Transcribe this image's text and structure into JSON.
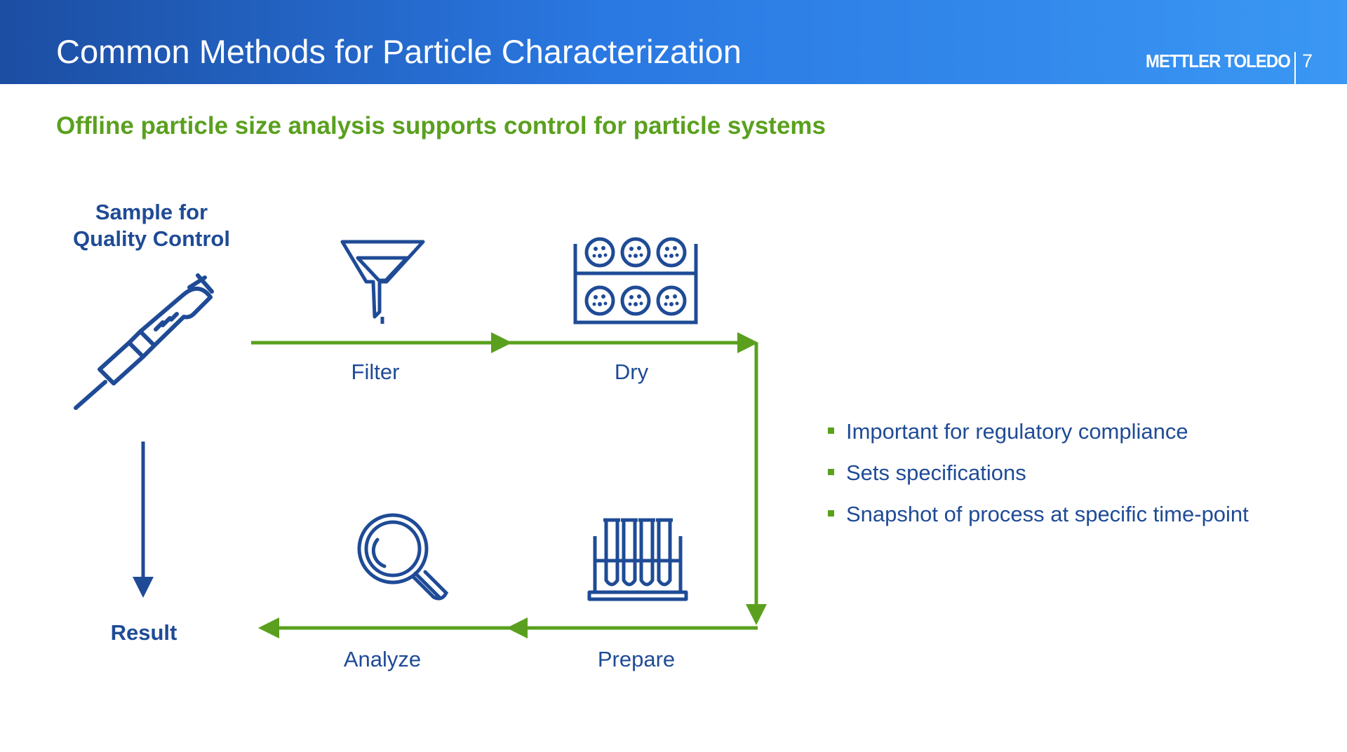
{
  "header": {
    "title": "Common Methods for Particle Characterization",
    "brand": "METTLER TOLEDO",
    "page_number": "7"
  },
  "subtitle": "Offline particle size analysis supports control for particle systems",
  "diagram": {
    "sample_label_line1": "Sample for",
    "sample_label_line2": "Quality Control",
    "result_label": "Result",
    "steps": {
      "filter": "Filter",
      "dry": "Dry",
      "prepare": "Prepare",
      "analyze": "Analyze"
    },
    "icons": [
      "pipette-icon",
      "funnel-icon",
      "drying-rack-icon",
      "test-tube-rack-icon",
      "magnifier-icon"
    ],
    "colors": {
      "flow_arrow": "#5aa01e",
      "icon": "#1f4b96",
      "result_arrow": "#1f4b96"
    }
  },
  "bullets": [
    "Important for regulatory compliance",
    "Sets specifications",
    "Snapshot of process at specific time-point"
  ],
  "colors": {
    "header_gradient_start": "#1c4ea3",
    "header_gradient_end": "#3a97f3",
    "accent_green": "#5aa01e",
    "text_blue": "#1f4b96"
  }
}
